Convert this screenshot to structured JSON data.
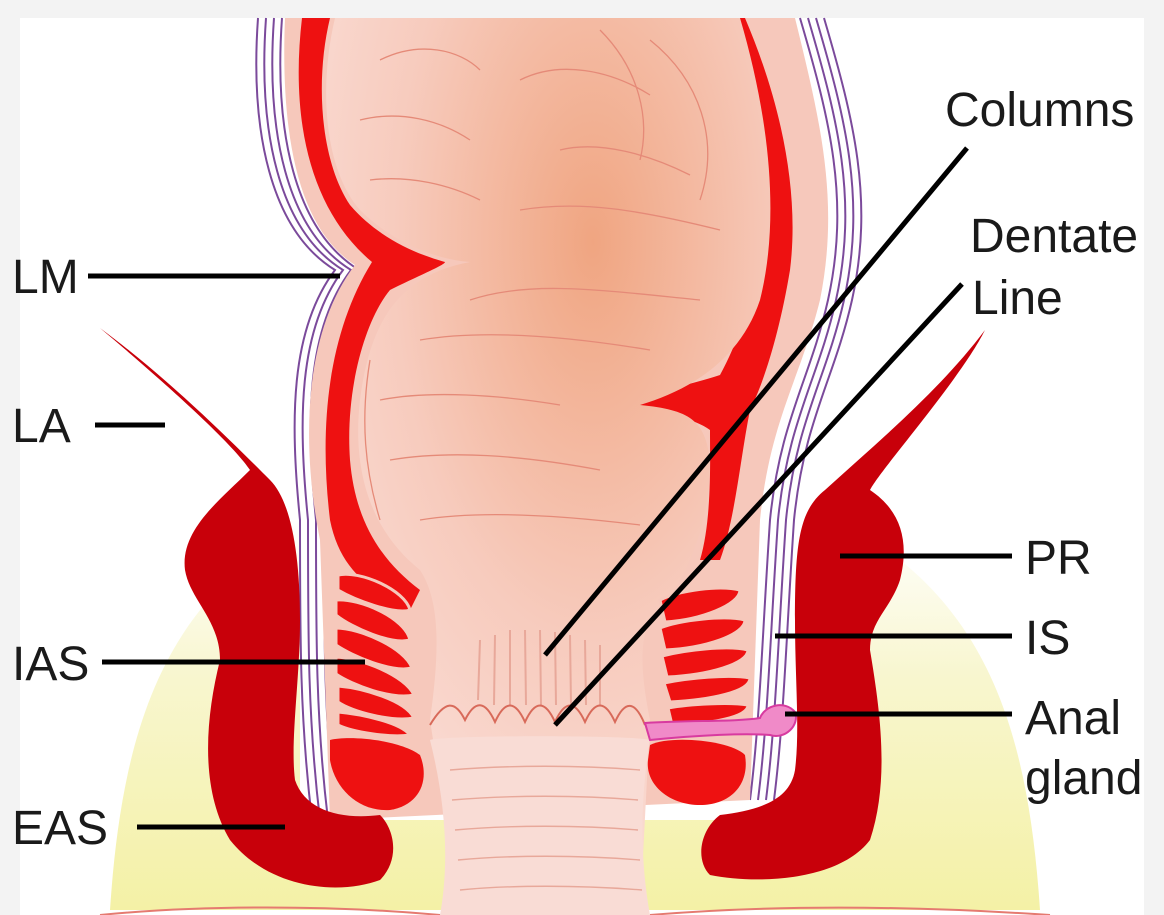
{
  "labels": {
    "columns": "Columns",
    "dentate": "Dentate",
    "line": "Line",
    "lm": "LM",
    "la": "LA",
    "ias": "IAS",
    "eas": "EAS",
    "pr": "PR",
    "is": "IS",
    "anal": "Anal",
    "gland": "gland"
  },
  "colors": {
    "background": "#f3f3f3",
    "canvas": "#ffffff",
    "muscle_dark": "#c8000a",
    "muscle_bright": "#ee1111",
    "mucosa": "#f6c2b4",
    "mucosa_light": "#f9dcd5",
    "fat": "#f6f2b6",
    "gland": "#f08ac8",
    "fascia_lines": "#7b4a9b"
  }
}
